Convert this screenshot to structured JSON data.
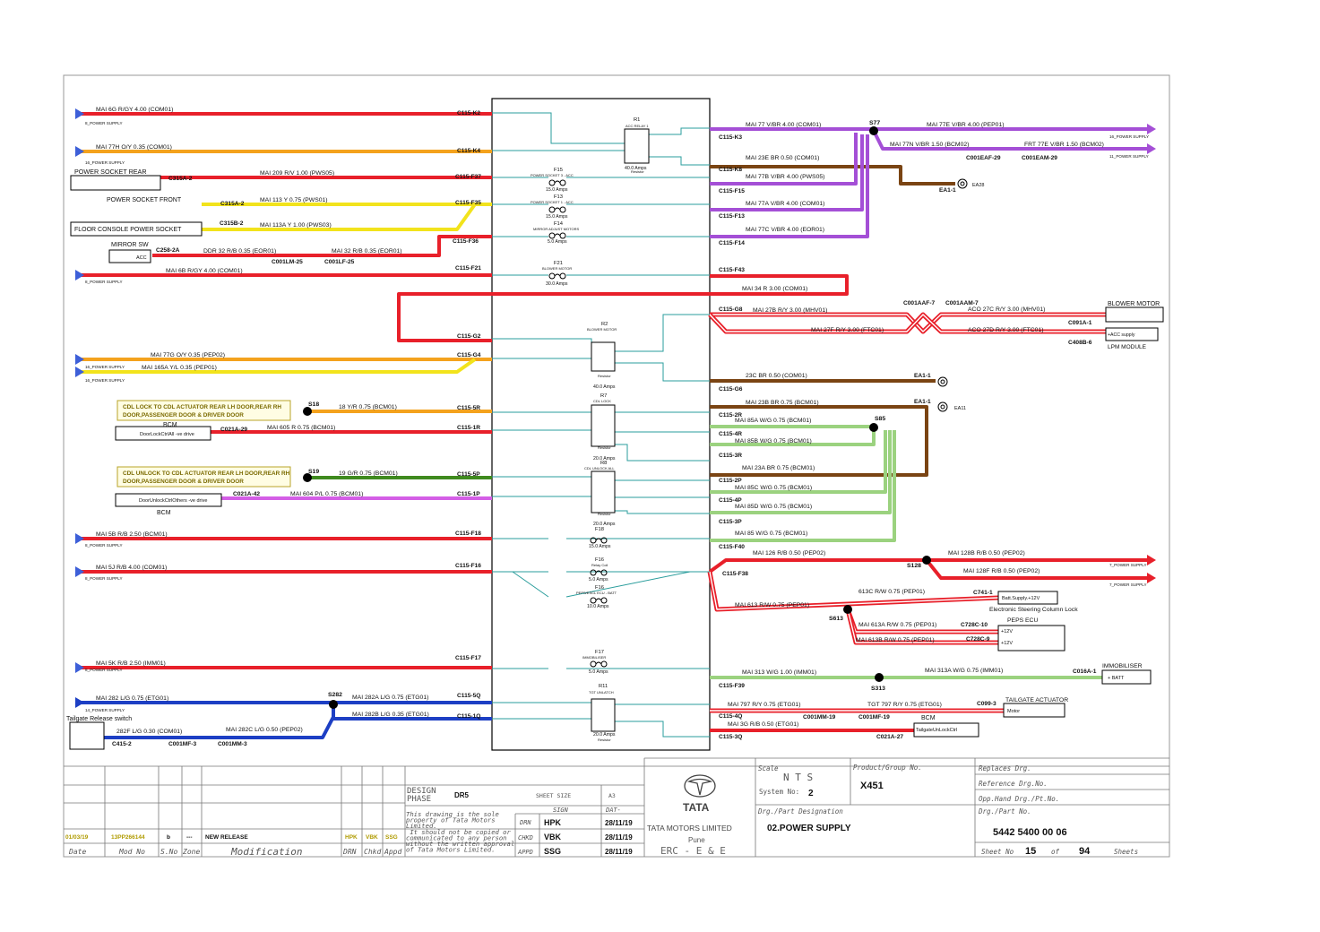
{
  "wires": [
    {
      "text": "MAI   6G   R/GY   4.00   (COM01)"
    },
    {
      "text": "MAI   77H   O/Y   0.35   (COM01)"
    },
    {
      "text": "MAI   209   R/V   1.00   (PWS05)"
    },
    {
      "text": "MAI   113   Y   0.75   (PWS01)"
    },
    {
      "text": "MAI   113A   Y   1.00   (PWS03)"
    },
    {
      "text": "DDR   32   R/B   0.35   (EOR01)"
    },
    {
      "text": "MAI   32   R/B   0.35   (EOR01)"
    },
    {
      "text": "MAI   6B   R/GY   4.00   (COM01)"
    },
    {
      "text": "MAI   77G   O/Y   0.35   (PEP02)"
    },
    {
      "text": "MAI   165A   Y/L   0.35   (PEP01)"
    },
    {
      "text": "18   Y/R   0.75   (BCM01)"
    },
    {
      "text": "MAI   605   R   0.75   (BCM01)"
    },
    {
      "text": "19   G/R   0.75   (BCM01)"
    },
    {
      "text": "MAI   604   P/L   0.75   (BCM01)"
    },
    {
      "text": "MAI   5B   R/B   2.50   (BCM01)"
    },
    {
      "text": "MAI   5J   R/B   4.00   (COM01)"
    },
    {
      "text": "MAI   5K   R/B   2.50   (IMM01)"
    },
    {
      "text": "MAI   282   L/G   0.75   (ETG01)"
    },
    {
      "text": "MAI   282A   L/G   0.75   (ETG01)"
    },
    {
      "text": "MAI   282B   L/G   0.35   (ETG01)"
    },
    {
      "text": "282F   L/G   0.30   (COM01)"
    },
    {
      "text": "MAI   282C   L/G   0.50   (PEP02)"
    },
    {
      "text": "MAI   77   V/BR   4.00   (COM01)"
    },
    {
      "text": "MAI   77E   V/BR   4.00   (PEP01)"
    },
    {
      "text": "MAI   77N   V/BR   1.50   (BCM02)"
    },
    {
      "text": "FRT   77E   V/BR   1.50   (BCM02)"
    },
    {
      "text": "MAI   23E   BR   0.50   (COM01)"
    },
    {
      "text": "MAI   77B   V/BR   4.00   (PWS05)"
    },
    {
      "text": "MAI   77A   V/BR   4.00   (COM01)"
    },
    {
      "text": "MAI   77C   V/BR   4.00   (EOR01)"
    },
    {
      "text": "MAI   34   R   3.00   (COM01)"
    },
    {
      "text": "MAI   27B   R/Y   3.00   (MHV01)"
    },
    {
      "text": "ACO   27C   R/Y   3.00   (MHV01)"
    },
    {
      "text": "MAI   27F   R/Y   3.00   (FTC01)"
    },
    {
      "text": "ACO   27D   R/Y   3.00   (FTC01)"
    },
    {
      "text": "23C   BR   0.50   (COM01)"
    },
    {
      "text": "MAI   23B   BR   0.75   (BCM01)"
    },
    {
      "text": "MAI   85A   W/G   0.75   (BCM01)"
    },
    {
      "text": "MAI   85B   W/G   0.75   (BCM01)"
    },
    {
      "text": "MAI   23A   BR   0.75   (BCM01)"
    },
    {
      "text": "MAI   85C   W/G   0.75   (BCM01)"
    },
    {
      "text": "MAI   85D   W/G   0.75   (BCM01)"
    },
    {
      "text": "MAI   85   W/G   0.75   (BCM01)"
    },
    {
      "text": "MAI   126   R/B   0.50   (PEP02)"
    },
    {
      "text": "MAI   128B   R/B   0.50   (PEP02)"
    },
    {
      "text": "MAI   128F   R/B   0.50   (PEP02)"
    },
    {
      "text": "613C   R/W   0.75   (PEP01)"
    },
    {
      "text": "MAI   613   R/W   0.75   (PEP01)"
    },
    {
      "text": "MAI   613A   R/W   0.75   (PEP01)"
    },
    {
      "text": "MAI   613B   R/W   0.75   (PEP01)"
    },
    {
      "text": "MAI   313   W/G   1.00   (IMM01)"
    },
    {
      "text": "MAI   313A   W/G   0.75   (IMM01)"
    },
    {
      "text": "MAI   797   R/Y   0.75   (ETG01)"
    },
    {
      "text": "TGT   797   R/Y   0.75   (ETG01)"
    },
    {
      "text": "MAI   3G   R/B   0.50   (ETG01)"
    }
  ],
  "connectors": [
    "C115-K2",
    "C115-K4",
    "C115-F37",
    "C115-F35",
    "C115-F36",
    "C115-F21",
    "C115-G2",
    "C115-G4",
    "C115-5R",
    "C115-1R",
    "C115-5P",
    "C115-1P",
    "C115-F18",
    "C115-F16",
    "C115-F17",
    "C115-5Q",
    "C115-1Q",
    "C115-K3",
    "C115-K8",
    "C115-F15",
    "C115-F13",
    "C115-F14",
    "C115-F43",
    "C115-G8",
    "C115-G6",
    "C115-2R",
    "C115-4R",
    "C115-3R",
    "C115-2P",
    "C115-4P",
    "C115-3P",
    "C115-F40",
    "C115-F38",
    "C115-F39",
    "C115-4Q",
    "C115-3Q",
    "C315A-2",
    "C315A-2",
    "C315B-2",
    "C258-2A",
    "C001LM-25",
    "C001LF-25",
    "C021A-29",
    "C021A-42",
    "C415-2",
    "C001MF-3",
    "C001MM-3",
    "C001EAF-29",
    "C001EAM-29",
    "EA1-1",
    "EA1-1",
    "EA1-1",
    "C001AAF-7",
    "C001AAM-7",
    "C091A-1",
    "C408B-6",
    "C741-1",
    "C728C-10",
    "C728C-9",
    "C016A-1",
    "C099-3",
    "C001MM-19",
    "C001MF-19",
    "C021A-27"
  ],
  "splices": [
    "S77",
    "S18",
    "S19",
    "S282",
    "S85",
    "S128",
    "S613",
    "S313"
  ],
  "supply_labels": [
    "8_POWER SUPPLY",
    "16_POWER SUPPLY",
    "8_POWER SUPPLY",
    "16_POWER SUPPLY",
    "16_POWER SUPPLY",
    "8_POWER SUPPLY",
    "8_POWER SUPPLY",
    "8_POWER SUPPLY",
    "14_POWER SUPPLY",
    "16_POWER SUPPLY",
    "11_POWER SUPPLY",
    "7_POWER SUPPLY",
    "7_POWER SUPPLY"
  ],
  "components": {
    "power_socket_rear": "POWER SOCKET REAR",
    "power_socket_front": "POWER SOCKET FRONT",
    "floor_console_power_socket": "FLOOR  CONSOLE POWER SOCKET",
    "mirror_sw": "MIRROR SW",
    "acc": "ACC",
    "cdl_lock_note": "CDL LOCK TO CDL ACTUATOR REAR LH DOOR,REAR RH DOOR,PASSENGER DOOR & DRIVER DOOR",
    "cdl_unlock_note": "CDL UNLOCK TO CDL ACTUATOR REAR LH DOOR,REAR RH DOOR,PASSENGER DOOR & DRIVER DOOR",
    "bcm": "BCM",
    "door_lock_box": "DoorLockCtrlAll -ve drive",
    "door_unlock_box": "DoorUnlockCtrlOthers -ve drive",
    "tailgate_release_switch": "Tailgate Release switch",
    "ea28": "EA28",
    "ea11": "EA11",
    "blower_motor": "BLOWER MOTOR",
    "acc_supply": "+ACC supply",
    "lpm_module": "LPM MODULE",
    "batt_supply": "Batt.Supply.+12V",
    "escl": "Electronic Steering Column Lock",
    "peps_ecu": "PEPS ECU",
    "plus12v": "+12V",
    "immobiliser": "IMMOBILISER",
    "batt": "+ BATT",
    "tailgate_actuator": "TAILGATE ACTUATOR",
    "motor": "Motor",
    "tailgate_unlock_ctrl": "TailgateUnLockCtrl"
  },
  "fuse_box": {
    "r1": "R1",
    "r1_sub": "ACC RELAY 1",
    "r1_amps": "40.0 Amps",
    "f15": "F15",
    "f15_sub": "POWER SOCKET 3 - ACC",
    "f15_amps": "15.0 Amps",
    "f13": "F13",
    "f13_sub": "POWER SOCKET 1 - ACC",
    "f13_amps": "15.0 Amps",
    "f14": "F14",
    "f14_sub": "MIRROR ADJUST MOTORS",
    "f14_amps": "5.0 Amps",
    "f21": "F21",
    "f21_sub": "BLOWER MOTOR",
    "f21_amps": "30.0 Amps",
    "r2": "R2",
    "r2_sub": "BLOWER MOTOR",
    "r2_amps": "40.0 Amps",
    "r7": "R7",
    "r7_sub": "CDL LOCK",
    "r7_amps": "20.0 Amps",
    "r8": "R8",
    "r8_sub": "CDL UNLOCK ALL",
    "r8_amps": "20.0 Amps",
    "f18": "F18",
    "f18_amps": "15.0 Amps",
    "f16a": "F16",
    "f16a_sub": "Relay Coil",
    "f16a_amps": "5.0 Amps",
    "f16b": "F16",
    "f16b_sub": "PEPS/ESCL ECU - BATT",
    "f16b_amps": "10.0 Amps",
    "f17": "F17",
    "f17_sub": "IMMOBILISER",
    "f17_amps": "5.0 Amps",
    "r11": "R11",
    "r11_sub": "TGT UNLATCH",
    "r11_amps": "20.0 Amps",
    "resistor": "Resistor"
  },
  "title_block": {
    "date_val": "01/03/19",
    "mod_no_val": "13PP266144",
    "sno_val": "b",
    "zone_val": "---",
    "modification_val": "NEW RELEASE",
    "drn_val": "HPK",
    "chkd_val": "VBK",
    "appd_val": "SSG",
    "date_lbl": "Date",
    "mod_no_lbl": "Mod No",
    "sno_lbl": "S.No",
    "zone_lbl": "Zone",
    "modification_lbl": "Modification",
    "drn_lbl": "DRN",
    "chkd_lbl": "Chkd",
    "appd_lbl": "Appd",
    "design_phase_lbl": "DESIGN PHASE",
    "design_phase_val": "DR5",
    "sheet_size_lbl": "SHEET SIZE",
    "sheet_size_val": "A3",
    "sign_lbl": "SIGN",
    "dat_lbl": "DAT-",
    "prop_text": "This drawing is the sole property of Tata Motors Limited. It should not be copied or communicated to any person without the written approval of Tata Motors Limited.",
    "drn_row_lbl": "DRN",
    "drn_row_sign": "HPK",
    "drn_row_date": "28/11/19",
    "chkd_row_lbl": "CHKD",
    "chkd_row_sign": "VBK",
    "chkd_row_date": "28/11/19",
    "appd_row_lbl": "APPD",
    "appd_row_sign": "SSG",
    "appd_row_date": "28/11/19",
    "logo_text": "TATA",
    "company": "TATA MOTORS LIMITED",
    "city": "Pune",
    "dept": "ERC - E & E",
    "scale_lbl": "Scale",
    "scale_val": "N T S",
    "system_no_lbl": "System No:",
    "system_no_val": "2",
    "product_group_lbl": "Product/Group No.",
    "product_group_val": "X451",
    "part_designation_lbl": "Drg./Part Designation",
    "part_designation_val": "02.POWER SUPPLY",
    "replaces_lbl": "Replaces Drg.",
    "reference_lbl": "Reference Drg.No.",
    "opp_hand_lbl": "Opp.Hand Drg./Pt.No.",
    "part_no_lbl": "Drg./Part No.",
    "part_no_val": "5442 5400 00 06",
    "sheet_no_lbl": "Sheet No",
    "sheet_no_val": "15",
    "of_lbl": "of",
    "total_val": "94",
    "sheets_lbl": "Sheets"
  },
  "colors": {
    "red": "#e8202a",
    "violet": "#a44fd6",
    "yellow": "#f2e31c",
    "orange": "#f4a21d",
    "blue": "#1d3fc4",
    "brown": "#7a4413",
    "green": "#3f8a1e",
    "white_green": "#9bd27f",
    "teal": "#2a9d9c",
    "magenta": "#d45ee6"
  }
}
